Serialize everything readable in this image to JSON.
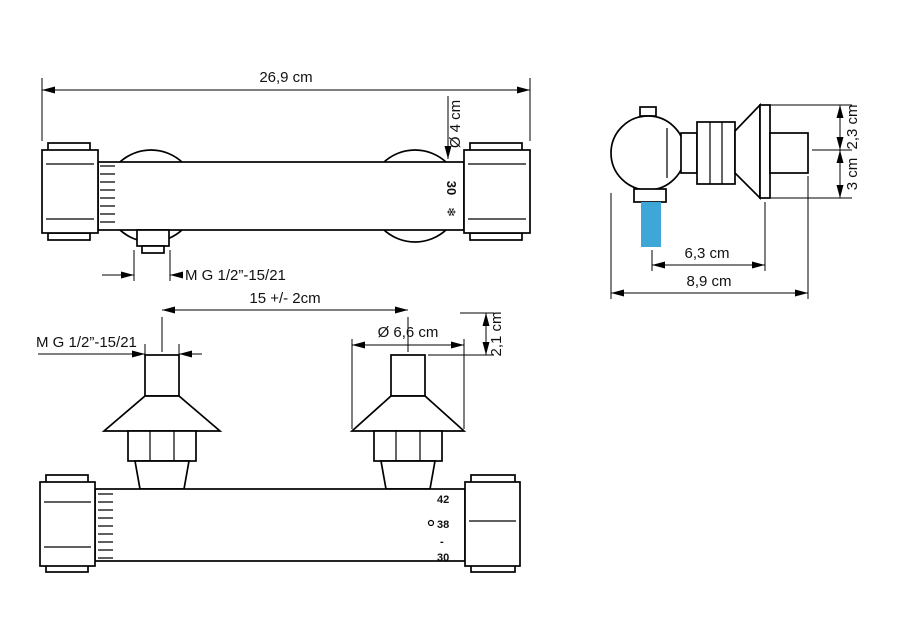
{
  "page": {
    "background": "#ffffff"
  },
  "drawing": {
    "colors": {
      "line": "#000000",
      "text": "#111111",
      "pipe": "#3FA6D8"
    },
    "front_view": {
      "width_label": "26,9 cm",
      "diameter_label": "Ø 4 cm",
      "temp_label": "30",
      "frost_symbol": "❄",
      "thread_label": "M G 1/2”-15/21"
    },
    "side_view": {
      "top_offset_label": "2,3 cm",
      "bottom_offset_label": "3 cm",
      "inner_depth_label": "6,3 cm",
      "overall_depth_label": "8,9 cm"
    },
    "rear_view": {
      "spacing_label": "15 +/- 2cm",
      "thread_label": "M G 1/2”-15/21",
      "escutcheon_label": "Ø 6,6 cm",
      "stub_label": "2,1 cm",
      "scale_42": "42",
      "scale_38": "38",
      "scale_dash": "-",
      "scale_30": "30"
    }
  }
}
